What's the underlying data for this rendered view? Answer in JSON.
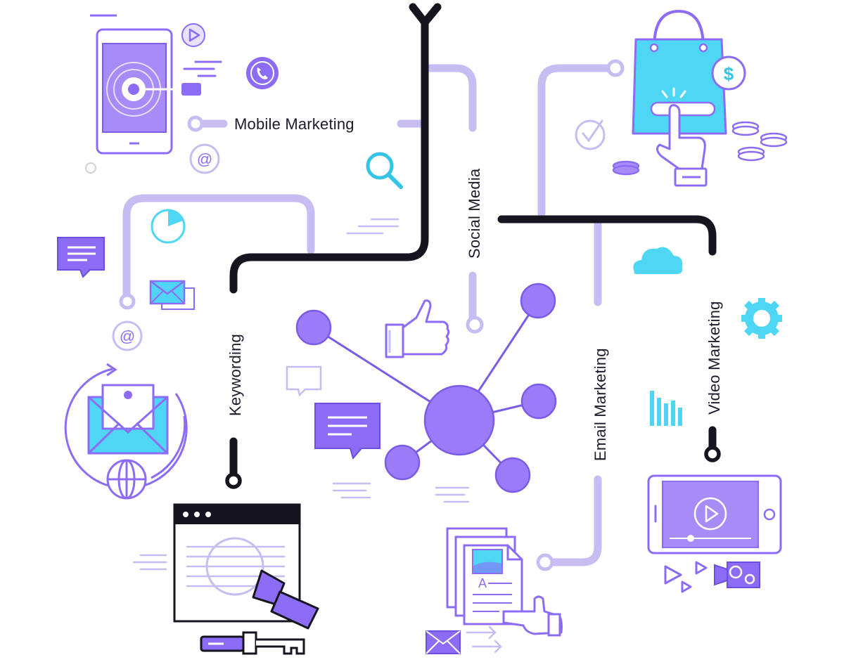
{
  "labels": {
    "mobile_marketing": "Mobile Marketing",
    "social_media": "Social Media",
    "keywording": "Keywording",
    "email_marketing": "Email Marketing",
    "video_marketing": "Video Marketing",
    "dollar_sign": "$",
    "doc_letter": "A",
    "at_symbol": "@"
  },
  "colors": {
    "line_dark": "#16141f",
    "line_light": "#c7bdf3",
    "purple": "#8c6cf5",
    "purple_dark": "#6a4fe0",
    "cyan": "#4fd6f5",
    "cyan_stroke": "#36c3e6",
    "text": "#1c1b2b"
  },
  "icons": [
    "smartphone-target-icon",
    "play-icon",
    "phone-icon",
    "at-sign-icon",
    "search-icon",
    "pie-chart-icon",
    "chat-bubble-icon",
    "mail-icon",
    "email-cycle-icon",
    "globe-icon",
    "network-graph-icon",
    "thumbs-up-icon",
    "browser-window-icon",
    "flashlight-icon",
    "key-icon",
    "documents-icon",
    "shopping-bag-icon",
    "dollar-coin-icon",
    "checkmark-icon",
    "coins-icon",
    "cloud-icon",
    "gear-icon",
    "bar-chart-icon",
    "tablet-video-icon",
    "camera-icon"
  ]
}
